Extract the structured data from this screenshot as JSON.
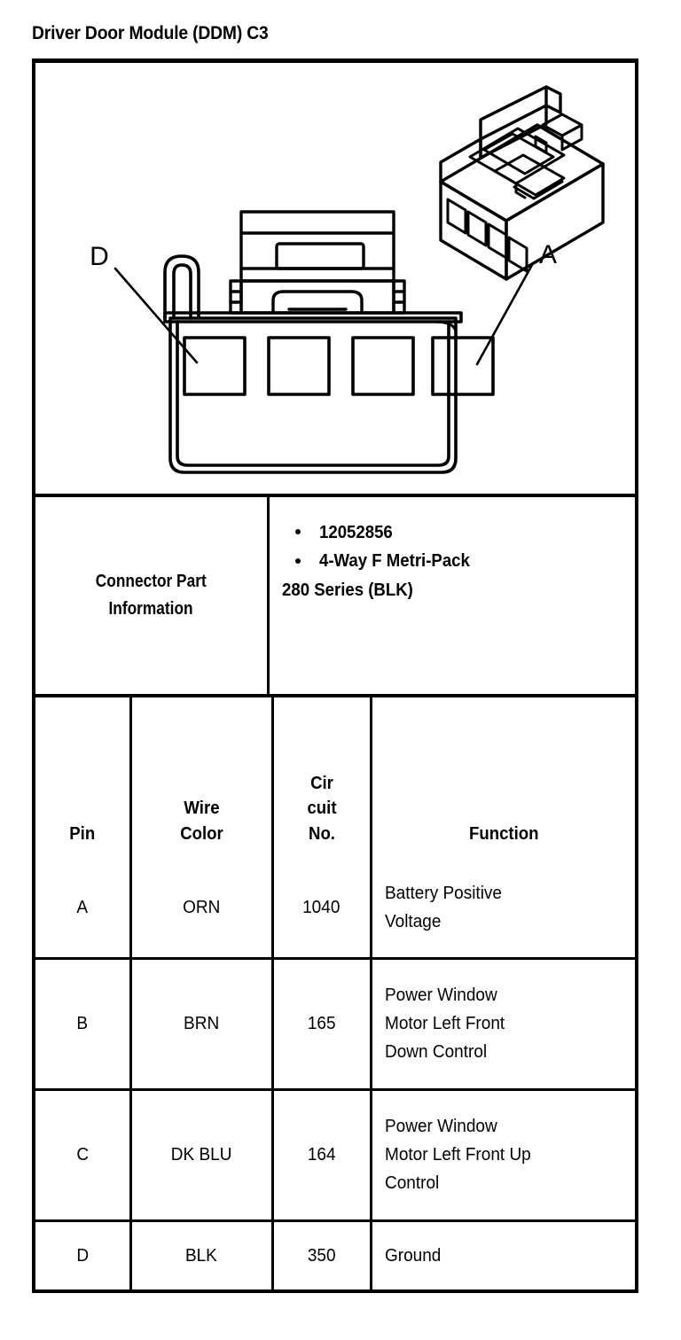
{
  "page": {
    "title": "Driver Door Module (DDM) C3"
  },
  "illustration": {
    "iso_view_name": "connector-isometric-view",
    "face_view_name": "connector-face-view",
    "cavity_count": 4,
    "callouts": [
      {
        "label": "D",
        "pin": "D",
        "position": "left"
      },
      {
        "label": "A",
        "pin": "A",
        "position": "right"
      }
    ]
  },
  "connector_part_information": {
    "label_line1": "Connector Part",
    "label_line2": "Information",
    "bullets": [
      "12052856",
      "4-Way F Metri-Pack"
    ],
    "continuation": "280 Series (BLK)"
  },
  "pin_table": {
    "headers": {
      "pin": [
        "Pin"
      ],
      "wire_color": [
        "Wire",
        "Color"
      ],
      "circuit_no": [
        "Cir",
        "cuit",
        "No."
      ],
      "function": [
        "Function"
      ]
    },
    "rows": [
      {
        "pin": "A",
        "wire_color": "ORN",
        "circuit_no": "1040",
        "function": [
          "Battery Positive",
          "Voltage"
        ]
      },
      {
        "pin": "B",
        "wire_color": "BRN",
        "circuit_no": "165",
        "function": [
          "Power Window",
          "Motor Left Front",
          "Down Control"
        ]
      },
      {
        "pin": "C",
        "wire_color": "DK BLU",
        "circuit_no": "164",
        "function": [
          "Power Window",
          "Motor Left Front Up",
          "Control"
        ]
      },
      {
        "pin": "D",
        "wire_color": "BLK",
        "circuit_no": "350",
        "function": [
          "Ground"
        ]
      }
    ]
  },
  "colors": {
    "ink": "#000000",
    "paper": "#ffffff"
  }
}
